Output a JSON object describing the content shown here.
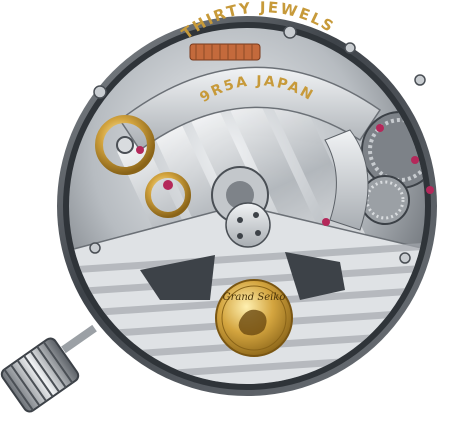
{
  "image": {
    "subject": "Mechanical watch movement with crown",
    "colors": {
      "background": "#ffffff",
      "steel_light": "#d9dcdf",
      "steel_mid": "#9ea3a8",
      "steel_dark": "#4a4f55",
      "gold": "#c79a3a",
      "ruby": "#b4285a",
      "copper": "#c46a3c"
    }
  },
  "engravings": {
    "jewels": "THIRTY JEWELS",
    "country": "9R5A JAPAN"
  },
  "logo": {
    "text": "Grand Seiko"
  }
}
